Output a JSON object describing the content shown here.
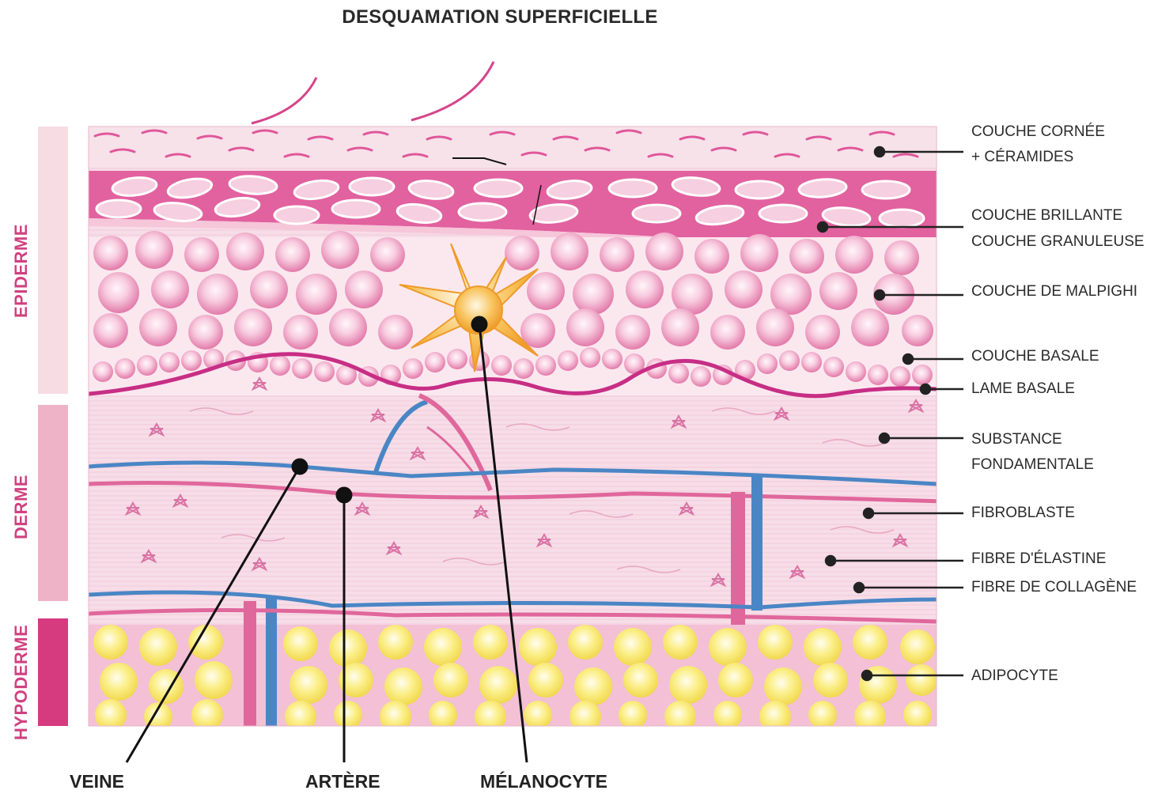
{
  "title": "DESQUAMATION SUPERFICIELLE",
  "side_labels": {
    "epiderme": "EPIDERME",
    "derme": "DERME",
    "hypoderme": "HYPODERME"
  },
  "right_labels": {
    "couche_cornee_1": "COUCHE CORNÉE",
    "couche_cornee_2": "+ CÉRAMIDES",
    "couche_brillante": "COUCHE BRILLANTE",
    "couche_granuleuse": "COUCHE GRANULEUSE",
    "couche_malpighi": "COUCHE DE MALPIGHI",
    "couche_basale": "COUCHE BASALE",
    "lame_basale": "LAME BASALE",
    "substance_1": "SUBSTANCE",
    "substance_2": "FONDAMENTALE",
    "fibroblaste": "FIBROBLASTE",
    "elastine": "FIBRE D'ÉLASTINE",
    "collagene": "FIBRE DE COLLAGÈNE",
    "adipocyte": "ADIPOCYTE"
  },
  "bottom_labels": {
    "veine": "VEINE",
    "artere": "ARTÈRE",
    "melanocyte": "MÉLANOCYTE"
  },
  "colors": {
    "epiderme_bar": "#f7dce3",
    "derme_bar": "#efb3c8",
    "hypoderme_bar": "#d63a7f",
    "vein": "#4a86c5",
    "artery": "#e0679c",
    "fat": "#fbe96a",
    "cell": "#f4b6cf"
  }
}
